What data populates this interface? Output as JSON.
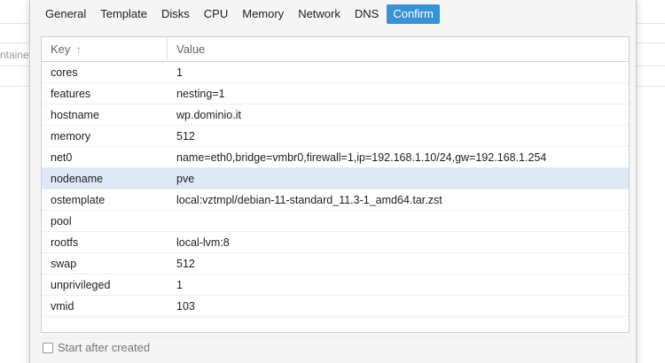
{
  "background": {
    "left_text": "ntaine"
  },
  "tabs": [
    {
      "label": "General"
    },
    {
      "label": "Template"
    },
    {
      "label": "Disks"
    },
    {
      "label": "CPU"
    },
    {
      "label": "Memory"
    },
    {
      "label": "Network"
    },
    {
      "label": "DNS"
    },
    {
      "label": "Confirm",
      "active": true
    }
  ],
  "grid": {
    "columns": {
      "key": "Key",
      "value": "Value"
    },
    "sort_indicator": "↑",
    "rows": [
      {
        "key": "cores",
        "value": "1"
      },
      {
        "key": "features",
        "value": "nesting=1"
      },
      {
        "key": "hostname",
        "value": "wp.dominio.it"
      },
      {
        "key": "memory",
        "value": "512"
      },
      {
        "key": "net0",
        "value": "name=eth0,bridge=vmbr0,firewall=1,ip=192.168.1.10/24,gw=192.168.1.254"
      },
      {
        "key": "nodename",
        "value": "pve",
        "selected": true
      },
      {
        "key": "ostemplate",
        "value": "local:vztmpl/debian-11-standard_11.3-1_amd64.tar.zst"
      },
      {
        "key": "pool",
        "value": ""
      },
      {
        "key": "rootfs",
        "value": "local-lvm:8"
      },
      {
        "key": "swap",
        "value": "512"
      },
      {
        "key": "unprivileged",
        "value": "1"
      },
      {
        "key": "vmid",
        "value": "103"
      }
    ]
  },
  "footer": {
    "start_after_created_label": "Start after created",
    "start_after_created_checked": false
  },
  "colors": {
    "accent": "#3892d4",
    "selected_row": "#dfe9f5"
  }
}
